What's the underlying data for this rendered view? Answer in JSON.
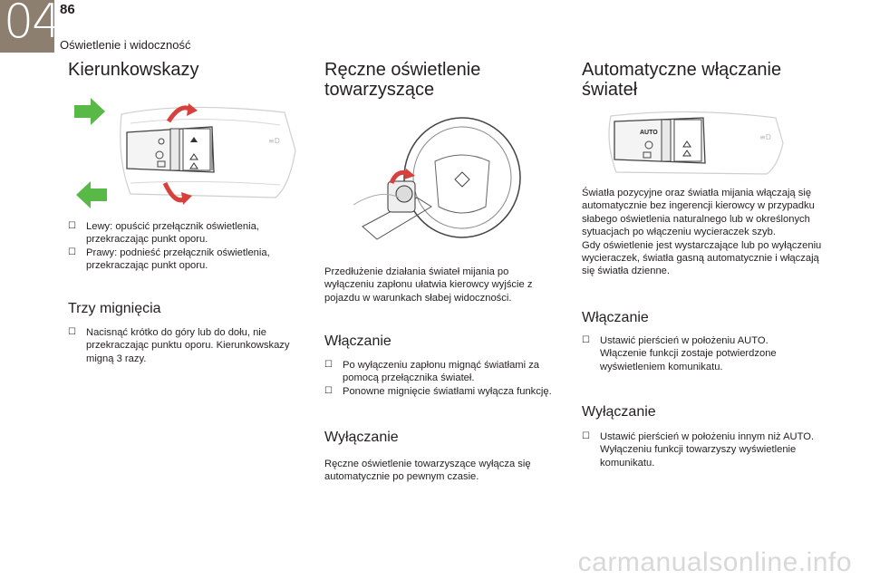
{
  "header": {
    "chapter_number": "04",
    "page_number": "86",
    "section_title": "Oświetlenie i widoczność",
    "chapter_color": "#8c7f6f"
  },
  "col1": {
    "title": "Kierunkowskazy",
    "bullets": [
      "Lewy: opuścić przełącznik oświetlenia, przekraczając punkt oporu.",
      "Prawy: podnieść przełącznik oświetlenia, przekraczając punkt oporu."
    ],
    "subtitle": "Trzy mignięcia",
    "bullets2": [
      "Nacisnąć krótko do góry lub do dołu, nie przekraczając punktu oporu. Kierunkowskazy migną 3 razy."
    ],
    "arrow_color": "#58b947"
  },
  "col2": {
    "title_line1": "Ręczne oświetlenie",
    "title_line2": "towarzyszące",
    "intro": "Przedłużenie działania świateł mijania po wyłączeniu zapłonu ułatwia kierowcy wyjście z pojazdu w warunkach słabej widoczności.",
    "sub1": "Włączanie",
    "bullets": [
      "Po wyłączeniu zapłonu mignąć światłami za pomocą przełącznika świateł.",
      "Ponowne mignięcie światłami wyłącza funkcję."
    ],
    "sub2": "Wyłączanie",
    "text2": "Ręczne oświetlenie towarzyszące wyłącza się automatycznie po pewnym czasie."
  },
  "col3": {
    "title_line1": "Automatyczne włączanie",
    "title_line2": "świateł",
    "illus_label": "AUTO",
    "intro1": "Światła pozycyjne oraz światła mijania włączają się automatycznie bez ingerencji kierowcy w przypadku słabego oświetlenia naturalnego lub w określonych sytuacjach po włączeniu wycieraczek szyb.",
    "intro2": "Gdy oświetlenie jest wystarczające lub po wyłączeniu wycieraczek, światła gasną automatycznie i włączają się światła dzienne.",
    "sub1": "Włączanie",
    "bullets1": [
      "Ustawić pierścień w położeniu AUTO. Włączenie funkcji zostaje potwierdzone wyświetleniem komunikatu."
    ],
    "sub2": "Wyłączanie",
    "bullets2": [
      "Ustawić pierścień w położeniu innym niż AUTO. Wyłączeniu funkcji towarzyszy wyświetlenie komunikatu."
    ]
  },
  "bullet_marker": "",
  "watermark": "carmanualsonline.info"
}
